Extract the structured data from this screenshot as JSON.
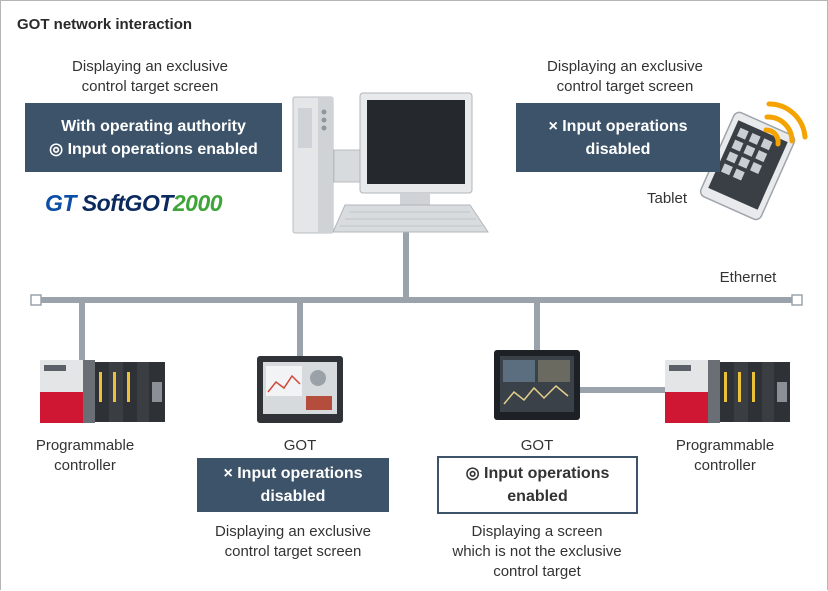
{
  "title": "GOT network interaction",
  "top_left": {
    "caption_line1": "Displaying an exclusive",
    "caption_line2": "control target screen",
    "box_line1": "With operating authority",
    "box_line2": "◎ Input operations enabled"
  },
  "top_right": {
    "caption_line1": "Displaying an exclusive",
    "caption_line2": "control target screen",
    "box_line1": "× Input operations",
    "box_line2": "disabled"
  },
  "logo": {
    "gt": "GT",
    "soft": "SoftGOT",
    "num": "2000"
  },
  "tablet_label": "Tablet",
  "network_label": "Ethernet",
  "devices": {
    "plc_left_line1": "Programmable",
    "plc_left_line2": "controller",
    "got_left": "GOT",
    "got_right": "GOT",
    "plc_right_line1": "Programmable",
    "plc_right_line2": "controller"
  },
  "bottom_left": {
    "box_line1": "× Input operations",
    "box_line2": "disabled",
    "caption_line1": "Displaying an exclusive",
    "caption_line2": "control target screen"
  },
  "bottom_right": {
    "box_line1": "◎ Input operations",
    "box_line2": "enabled",
    "caption_line1": "Displaying a screen",
    "caption_line2": "which is not the exclusive",
    "caption_line3": "control target"
  },
  "colors": {
    "box": "#3c5369",
    "line": "#9aa3ab",
    "plc_red": "#c8102e",
    "wifi": "#f5a300"
  }
}
